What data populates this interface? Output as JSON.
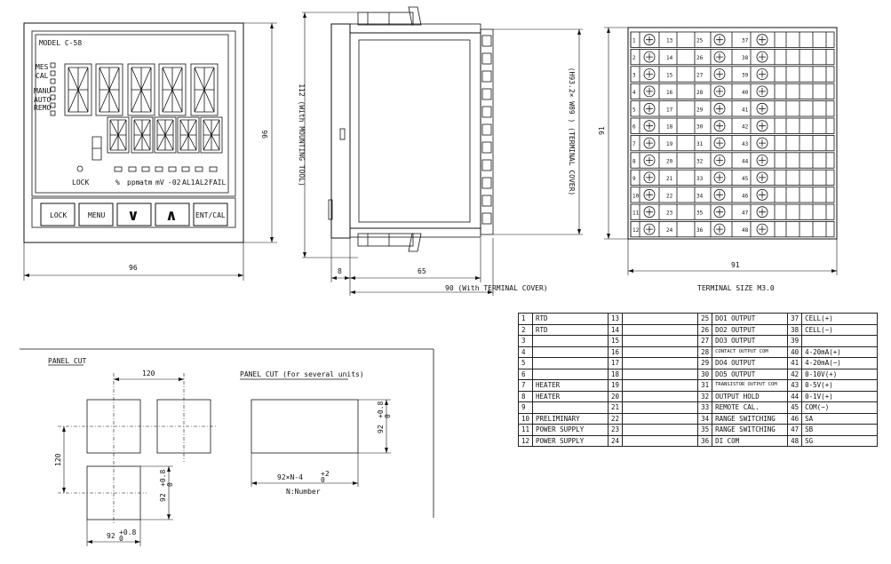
{
  "front_view": {
    "model": "MODEL C-58",
    "indicators": [
      "MES",
      "CAL",
      "MANU",
      "AUTO",
      "REMO"
    ],
    "lock_label": "LOCK",
    "units": [
      "%",
      "ppm",
      "atm",
      "mV",
      "-02",
      "AL1",
      "AL2",
      "FAIL"
    ],
    "buttons": [
      "LOCK",
      "MENU",
      "∨",
      "∧",
      "ENT/CAL"
    ],
    "dim_width": "96",
    "dim_height": "96"
  },
  "side_view": {
    "dim_mounting": "112 (With MOUNTING TOOL)",
    "dim_8": "8",
    "dim_65": "65",
    "dim_90": "90 (With TERMINAL COVER)",
    "dim_terminal_cover": "(H93.2× W89 ) (TERMINAL COVER)"
  },
  "rear_view": {
    "dim_91_side": "91",
    "dim_91_bottom": "91",
    "terminal_size": "TERMINAL SIZE M3.0",
    "terminals": [
      [
        "1",
        "13",
        "25",
        "37"
      ],
      [
        "2",
        "14",
        "26",
        "38"
      ],
      [
        "3",
        "15",
        "27",
        "39"
      ],
      [
        "4",
        "16",
        "28",
        "40"
      ],
      [
        "5",
        "17",
        "29",
        "41"
      ],
      [
        "6",
        "18",
        "30",
        "42"
      ],
      [
        "7",
        "19",
        "31",
        "43"
      ],
      [
        "8",
        "20",
        "32",
        "44"
      ],
      [
        "9",
        "21",
        "33",
        "45"
      ],
      [
        "10",
        "22",
        "34",
        "46"
      ],
      [
        "11",
        "23",
        "35",
        "47"
      ],
      [
        "12",
        "24",
        "36",
        "48"
      ]
    ]
  },
  "panel_cut": {
    "title": "PANEL CUT",
    "dim_120_h": "120",
    "dim_120_v": "120",
    "dim_92_v": "92",
    "dim_92_h": "92",
    "tol": "+0.8",
    "tol_zero": "0"
  },
  "panel_cut_several": {
    "title": "PANEL CUT (For several units)",
    "dim_92": "92",
    "tol": "+0.8",
    "tol_zero": "0",
    "formula": "92×N-4",
    "formula_tol": "+2",
    "formula_tol_zero": "0",
    "n_label": "N:Number"
  },
  "terminal_table": [
    [
      "1",
      "RTD",
      "13",
      "",
      "25",
      "DO1 OUTPUT",
      "37",
      "CELL(+)"
    ],
    [
      "2",
      "RTD",
      "14",
      "",
      "26",
      "DO2 OUTPUT",
      "38",
      "CELL(−)"
    ],
    [
      "3",
      "",
      "15",
      "",
      "27",
      "DO3 OUTPUT",
      "39",
      ""
    ],
    [
      "4",
      "",
      "16",
      "",
      "28",
      "CONTACT OUTPUT COM",
      "40",
      "4-20mA(+)"
    ],
    [
      "5",
      "",
      "17",
      "",
      "29",
      "DO4 OUTPUT",
      "41",
      "4-20mA(−)"
    ],
    [
      "6",
      "",
      "18",
      "",
      "30",
      "DO5 OUTPUT",
      "42",
      "0-10V(+)"
    ],
    [
      "7",
      "HEATER",
      "19",
      "",
      "31",
      "TRANSISTOR OUTPUT COM",
      "43",
      "0-5V(+)"
    ],
    [
      "8",
      "HEATER",
      "20",
      "",
      "32",
      "OUTPUT HOLD",
      "44",
      "0-1V(+)"
    ],
    [
      "9",
      "",
      "21",
      "",
      "33",
      "REMOTE CAL.",
      "45",
      "COM(−)"
    ],
    [
      "10",
      "PRELIMINARY",
      "22",
      "",
      "34",
      "RANGE SWITCHING",
      "46",
      "SA"
    ],
    [
      "11",
      "POWER SUPPLY",
      "23",
      "",
      "35",
      "RANGE SWITCHING",
      "47",
      "SB"
    ],
    [
      "12",
      "POWER SUPPLY",
      "24",
      "",
      "36",
      "DI COM",
      "48",
      "SG"
    ]
  ]
}
